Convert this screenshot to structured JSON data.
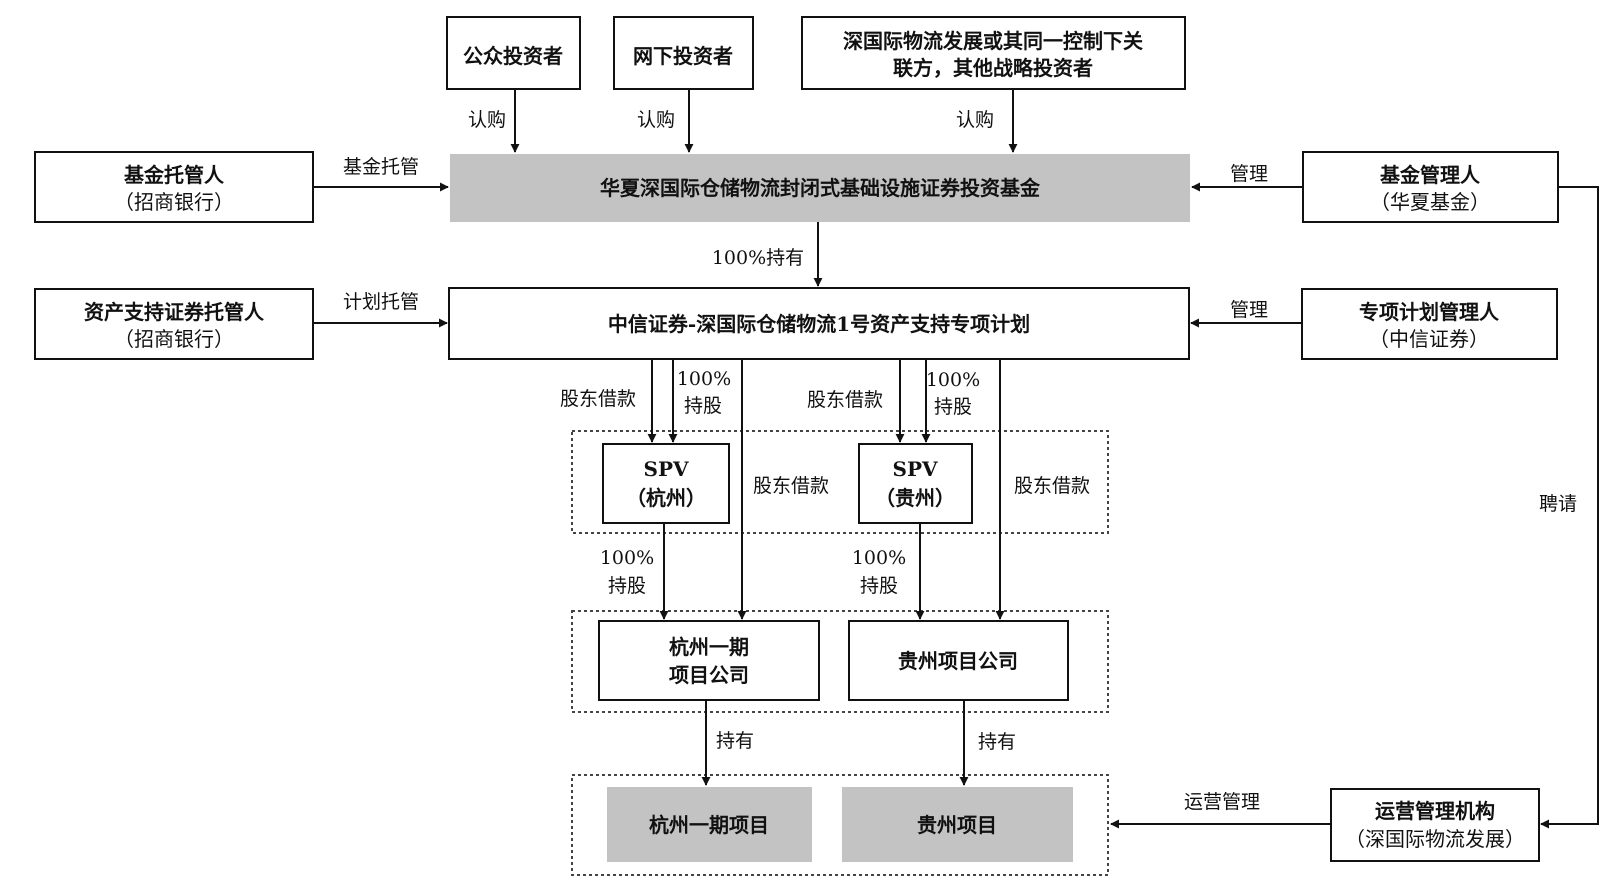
{
  "colors": {
    "line": "#111111",
    "box_border": "#111111",
    "fill_gray": "#c3c3c3"
  },
  "nodes": {
    "public_investors": [
      "公众投资者"
    ],
    "offline_investors": [
      "网下投资者"
    ],
    "strategic_investors": [
      "深国际物流发展或其同一控制下关",
      "联方，其他战略投资者"
    ],
    "fund": [
      "华夏深国际仓储物流封闭式基础设施证券投资基金"
    ],
    "fund_custodian": [
      "基金托管人",
      "（招商银行）"
    ],
    "fund_manager": [
      "基金管理人",
      "（华夏基金）"
    ],
    "abs_plan": [
      "中信证券-深国际仓储物流1号资产支持专项计划"
    ],
    "abs_custodian": [
      "资产支持证券托管人",
      "（招商银行）"
    ],
    "plan_manager": [
      "专项计划管理人",
      "（中信证券）"
    ],
    "spv_hangzhou": [
      "SPV",
      "（杭州）"
    ],
    "spv_guizhou": [
      "SPV",
      "（贵州）"
    ],
    "hz_company": [
      "杭州一期",
      "项目公司"
    ],
    "gz_company": [
      "贵州项目公司"
    ],
    "hz_project": [
      "杭州一期项目"
    ],
    "gz_project": [
      "贵州项目"
    ],
    "operator": [
      "运营管理机构",
      "（深国际物流发展）"
    ]
  },
  "edges": {
    "subscribe_1": [
      "认购"
    ],
    "subscribe_2": [
      "认购"
    ],
    "subscribe_3": [
      "认购"
    ],
    "fund_custody": [
      "基金托管"
    ],
    "manage_1": [
      "管理"
    ],
    "hold_100": [
      "100%持有"
    ],
    "plan_custody": [
      "计划托管"
    ],
    "manage_2": [
      "管理"
    ],
    "loan_1": [
      "股东借款"
    ],
    "share_1": [
      "100%",
      "持股"
    ],
    "loan_2": [
      "股东借款"
    ],
    "share_2": [
      "100%",
      "持股"
    ],
    "loan_3": [
      "股东借款"
    ],
    "loan_4": [
      "股东借款"
    ],
    "share_3": [
      "100%",
      "持股"
    ],
    "share_4": [
      "100%",
      "持股"
    ],
    "hold_1": [
      "持有"
    ],
    "hold_2": [
      "持有"
    ],
    "op_manage": [
      "运营管理"
    ],
    "engage": [
      "聘请"
    ]
  }
}
